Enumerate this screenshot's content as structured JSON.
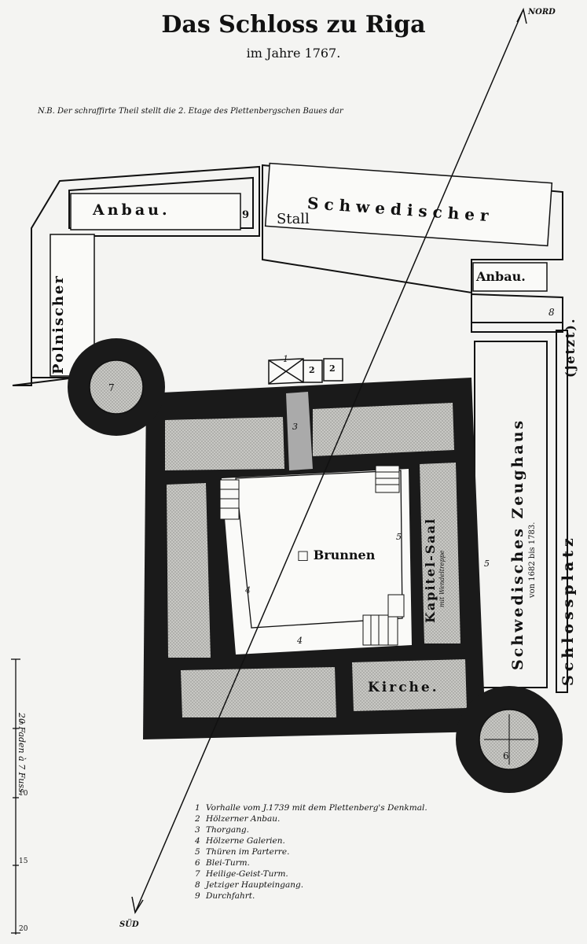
{
  "title": "Das Schloss zu Riga",
  "subtitle": "im Jahre 1767.",
  "note": "N.B. Der schraffirte Theil stellt die 2. Etage des Plettenbergschen Baues dar",
  "compass": {
    "north": "NORD",
    "south": "SÜD"
  },
  "labels": {
    "anbau_left": "Anbau.",
    "nine": "9",
    "stall": "Stall",
    "schwedischer": "Schwedischer",
    "anbau_right": "Anbau.",
    "eight": "8",
    "polnischer": "Polnischer",
    "tower7": "7",
    "tower6": "6",
    "n1": "1",
    "n2a": "2",
    "n2b": "2",
    "n3": "3",
    "n4a": "4",
    "n4b": "4",
    "n5a": "5",
    "n5b": "5",
    "brunnen": "Brunnen",
    "kapitel": "Kapitel-Saal",
    "kapitel_sub": "mit Wendeltreppe",
    "zeughaus": "Schwedisches Zeughaus",
    "zeughaus_sub": "von 1682 bis 1783.",
    "schlossplatz": "Schlossplatz",
    "jetzt": "(jetzt).",
    "kirche": "Kirche."
  },
  "scale": {
    "label": "20 Faden à 7 Fuss.",
    "ticks": [
      "5",
      "10",
      "15",
      "20"
    ]
  },
  "legend": [
    {
      "num": "1",
      "text": "Vorhalle vom J.1739 mit dem Plettenberg's Denkmal."
    },
    {
      "num": "2",
      "text": "Hölzerner Anbau."
    },
    {
      "num": "3",
      "text": "Thorgang."
    },
    {
      "num": "4",
      "text": "Hölzerne Galerien."
    },
    {
      "num": "5",
      "text": "Thüren im Parterre."
    },
    {
      "num": "6",
      "text": "Blei-Turm."
    },
    {
      "num": "7",
      "text": "Heilige-Geist-Turm."
    },
    {
      "num": "8",
      "text": "Jetziger Haupteingang."
    },
    {
      "num": "9",
      "text": "Durchfahrt."
    }
  ]
}
